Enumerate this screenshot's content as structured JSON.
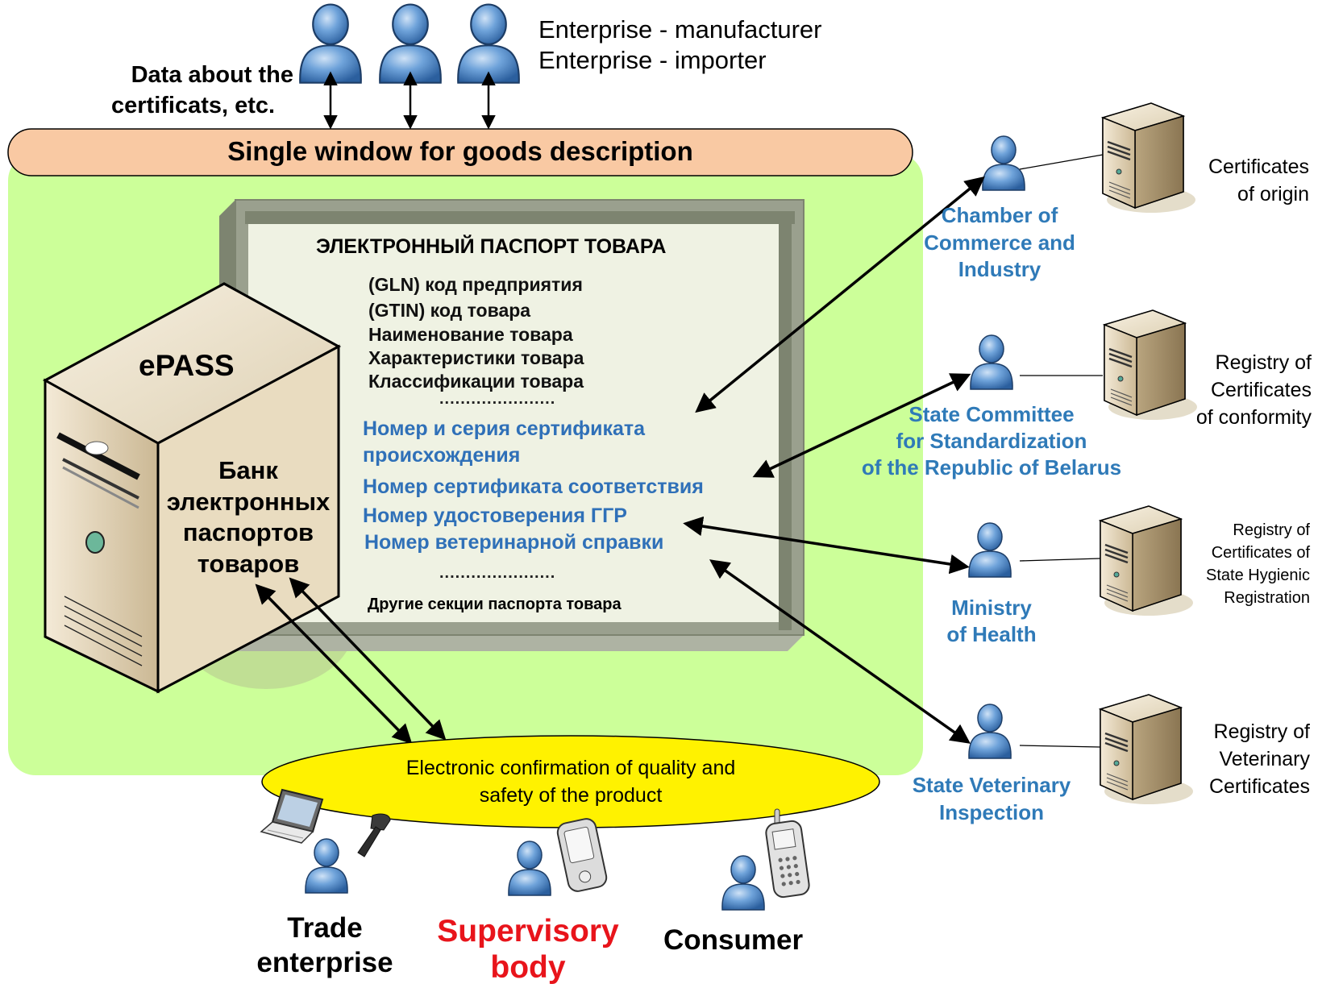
{
  "top": {
    "roles_line1": "Enterprise - manufacturer",
    "roles_line2": "Enterprise - importer",
    "data_label_line1": "Data about the",
    "data_label_line2": "certificats, etc.",
    "single_window": "Single window for goods description"
  },
  "server": {
    "label": "ePASS",
    "bank_line1": "Банк",
    "bank_line2": "электронных",
    "bank_line3": "паспортов",
    "bank_line4": "товаров"
  },
  "passport": {
    "title": "ЭЛЕКТРОННЫЙ ПАСПОРТ ТОВАРА",
    "lines": [
      "(GLN) код предприятия",
      "(GTIN) код товара",
      "Наименование товара",
      "Характеристики товара",
      "Классификации товара"
    ],
    "dots": "......................",
    "cert_origin_line1": "Номер  и серия сертификата",
    "cert_origin_line2": "происхождения",
    "cert_conformity": "Номер сертификата соответствия",
    "cert_hygienic": "Номер удостоверения ГГР",
    "cert_vet": "Номер ветеринарной справки",
    "other": "Другие секции паспорта товара"
  },
  "agencies": {
    "chamber": [
      "Chamber of",
      "Commerce and",
      "Industry"
    ],
    "standard": [
      "State Committee",
      "for Standardization",
      "of the Republic of Belarus"
    ],
    "health": [
      "Ministry",
      "of Health"
    ],
    "vet": [
      "State Veterinary",
      "Inspection"
    ]
  },
  "registries": {
    "origin": [
      "Certificates",
      "of origin"
    ],
    "conformity": [
      "Registry of",
      "Certificates",
      "of conformity"
    ],
    "hygienic": [
      "Registry of",
      "Certificates of",
      "State Hygienic",
      "Registration"
    ],
    "vet": [
      "Registry of",
      "Veterinary",
      "Certificates"
    ]
  },
  "ellipse": {
    "line1": "Electronic confirmation of quality and",
    "line2": "safety of the product"
  },
  "users": {
    "trade_line1": "Trade",
    "trade_line2": "enterprise",
    "supervisory_line1": "Supervisory",
    "supervisory_line2": "body",
    "consumer": "Consumer"
  },
  "colors": {
    "green_area": "#ccff99",
    "band": "#f9c9a3",
    "ellipse": "#fff200",
    "agency_text": "#2f7ab8",
    "supervisory": "#e8141b",
    "person": "#5b93d0"
  }
}
